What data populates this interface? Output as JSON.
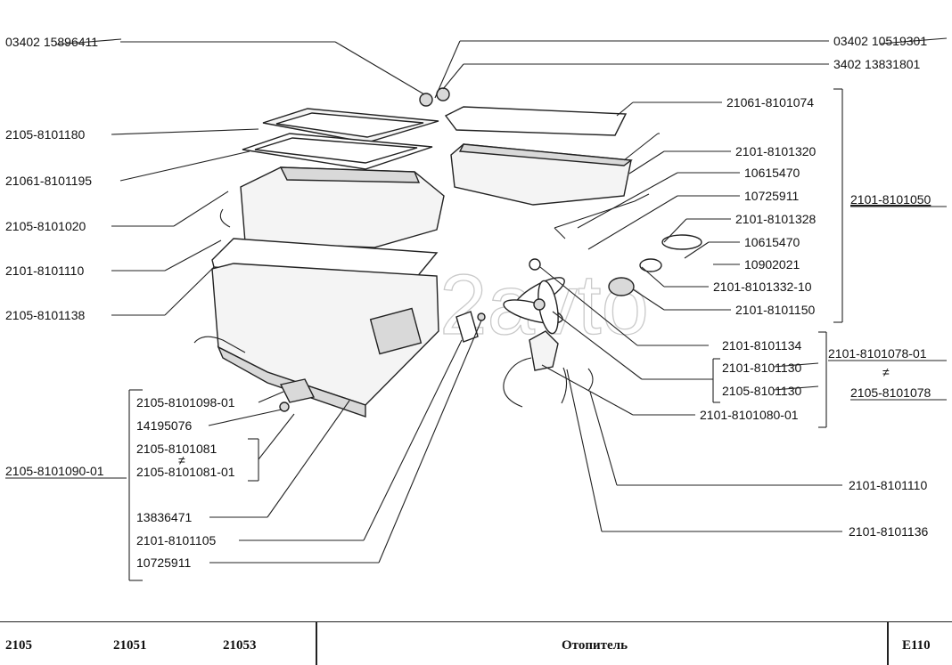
{
  "diagram": {
    "labels_left": {
      "l1": "03402 15896411",
      "l2": "2105-8101180",
      "l3": "21061-8101195",
      "l4": "2105-8101020",
      "l5": "2101-8101110",
      "l6": "2105-8101138"
    },
    "labels_right": {
      "r1": "03402 10519301",
      "r2": "3402 13831801",
      "r3": "21061-8101074",
      "r4": "2101-8101320",
      "r5": "10615470",
      "r6": "10725911",
      "r7": "2101-8101328",
      "r8": "10615470",
      "r9": "10902021",
      "r10": "2101-8101332-10",
      "r11": "2101-8101150",
      "r12": "2101-8101134",
      "r13": "2101-8101130",
      "r14": "2105-8101130",
      "r15": "2101-8101080-01",
      "r16": "2101-8101110",
      "r17": "2101-8101136"
    },
    "group_right": {
      "g1": "2101-8101050",
      "g2a": "2101-8101078-01",
      "g2_neq": "≠",
      "g2b": "2105-8101078"
    },
    "bottom_group": {
      "b1": "2105-8101098-01",
      "b2": "14195076",
      "b3": "2105-8101081",
      "b3_neq": "≠",
      "b4": "2105-8101081-01",
      "b5": "13836471",
      "b6": "2101-8101105",
      "b7": "10725911",
      "group": "2105-8101090-01"
    },
    "watermark": "drive2avto"
  },
  "footer": {
    "model1": "2105",
    "model2": "21051",
    "model3": "21053",
    "title": "Отопитель",
    "code": "E110"
  }
}
